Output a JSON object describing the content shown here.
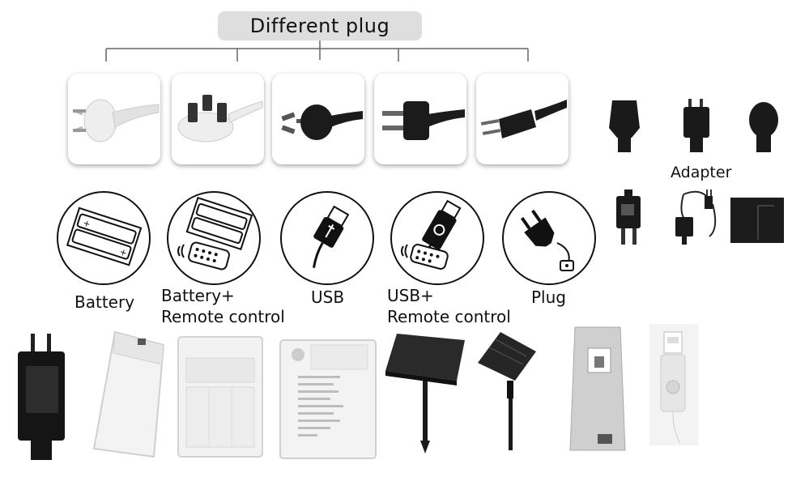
{
  "title": "Different plug",
  "plug_types": [
    "eu-plug",
    "uk-plug",
    "au-plug",
    "us-plug",
    "eu-flat-plug"
  ],
  "power_options": [
    {
      "label": "Battery",
      "icon": "battery-icon"
    },
    {
      "label": "Battery+\nRemote control",
      "icon": "battery-remote-icon"
    },
    {
      "label": "USB",
      "icon": "usb-icon"
    },
    {
      "label": "USB+\nRemote control",
      "icon": "usb-remote-icon"
    },
    {
      "label": "Plug",
      "icon": "plug-icon"
    }
  ],
  "adapter_label": "Adapter",
  "icons": {
    "bottom_row": [
      "adapter-transformer",
      "battery-box-clear",
      "battery-box-open",
      "battery-box-remote",
      "solar-panel-flat",
      "solar-panel-angled",
      "solar-stake-grey",
      "usb-controller"
    ]
  }
}
